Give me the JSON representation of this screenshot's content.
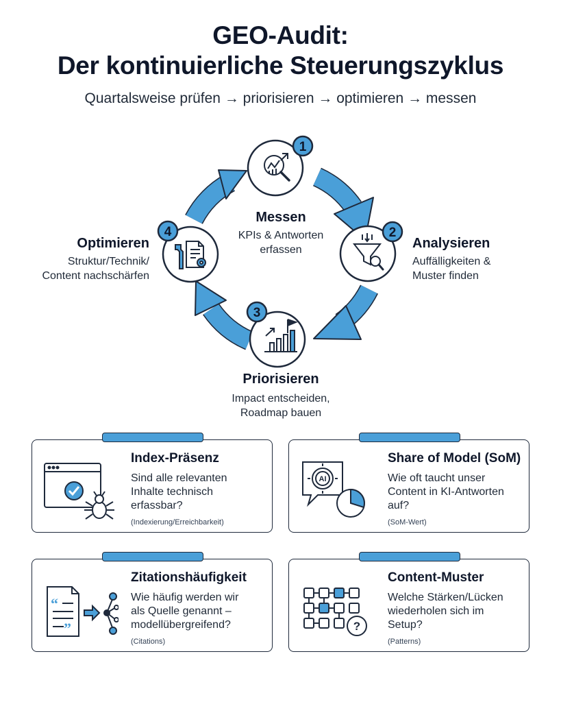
{
  "header": {
    "title_line1": "GEO-Audit:",
    "title_line2": "Der kontinuierliche Steuerungszyklus",
    "subtitle": "Quartalsweise prüfen → priorisieren → optimieren → messen"
  },
  "cycle": {
    "colors": {
      "arrow": "#4a9fd8",
      "outline": "#1e293b",
      "badge": "#4a9fd8"
    },
    "steps": [
      {
        "number": "1",
        "title": "Messen",
        "desc_line1": "KPIs & Antworten",
        "desc_line2": "erfassen",
        "icon": "analytics-magnifier-icon"
      },
      {
        "number": "2",
        "title": "Analysieren",
        "desc_line1": "Auffälligkeiten &",
        "desc_line2": "Muster finden",
        "icon": "funnel-magnifier-icon"
      },
      {
        "number": "3",
        "title": "Priorisieren",
        "desc_line1": "Impact entscheiden,",
        "desc_line2": "Roadmap bauen",
        "icon": "bar-chart-flag-icon"
      },
      {
        "number": "4",
        "title": "Optimieren",
        "desc_line1": "Struktur/Technik/",
        "desc_line2": "Content nachschärfen",
        "icon": "wrench-document-gear-icon"
      }
    ]
  },
  "cards": [
    {
      "title": "Index-Präsenz",
      "q1": "Sind alle relevanten",
      "q2": "Inhalte technisch",
      "q3": "erfassbar?",
      "note": "(Indexierung/Erreichbarkeit)",
      "icon": "browser-bug-icon"
    },
    {
      "title": "Share of Model (SoM)",
      "q1": "Wie oft taucht unser",
      "q2": "Content in KI-Antworten",
      "q3": "auf?",
      "note": "(SoM-Wert)",
      "icon": "ai-chat-pie-icon",
      "ai_label": "AI"
    },
    {
      "title": "Zitationshäufigkeit",
      "q1": "Wie häufig werden wir",
      "q2": "als Quelle genannt –",
      "q3": "modellübergreifend?",
      "note": "(Citations)",
      "icon": "quote-document-network-icon"
    },
    {
      "title": "Content-Muster",
      "q1": "Welche Stärken/Lücken",
      "q2": "wiederholen sich im",
      "q3": "Setup?",
      "note": "(Patterns)",
      "icon": "pattern-grid-question-icon"
    }
  ]
}
